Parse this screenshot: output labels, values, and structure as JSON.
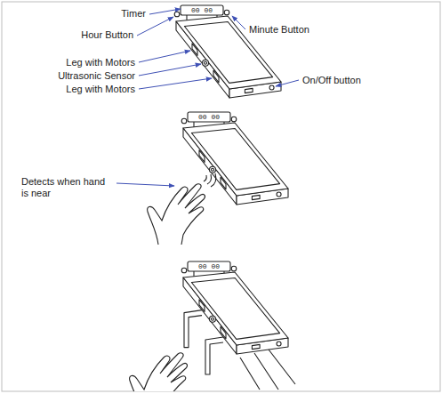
{
  "diagram": {
    "labels": [
      "00 00",
      "Timer",
      "Hour Button",
      "Minute Button",
      "Leg with Motors",
      "Ultrasonic Sensor",
      "Leg with Motors",
      "On/Off button",
      "00 00",
      "Detects when hand is near",
      "00 00"
    ]
  }
}
